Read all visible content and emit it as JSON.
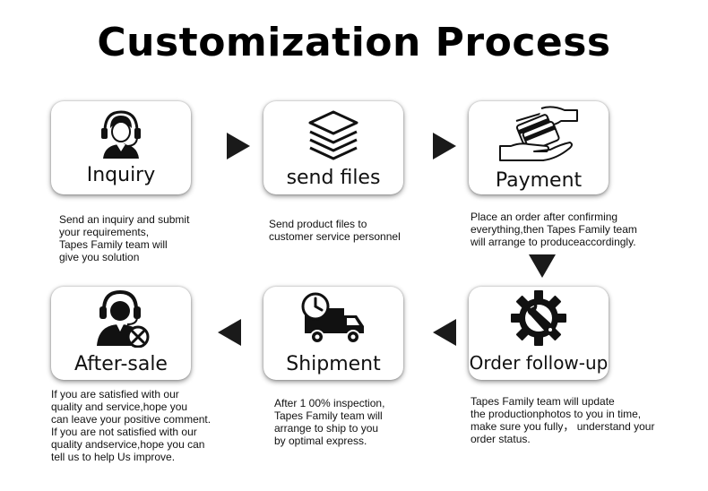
{
  "title": "Customization Process",
  "steps": [
    {
      "label": "Inquiry",
      "icon": "customer-service-icon",
      "description": "Send an inquiry and submit\nyour requirements,\nTapes Family team will\ngive you solution"
    },
    {
      "label": "send files",
      "icon": "file-stack-icon",
      "description": "Send product files to\ncustomer service personnel"
    },
    {
      "label": "Payment",
      "icon": "payment-hands-icon",
      "description": "Place an order after confirming\neverything,then Tapes Family team\nwill arrange to produceaccordingly."
    },
    {
      "label": "Order follow-up",
      "icon": "gear-wrench-icon",
      "description": "Tapes Family team will update\n the productionphotos to you in time,\nmake sure you fully， understand your\norder status."
    },
    {
      "label": "Shipment",
      "icon": "delivery-truck-icon",
      "description": "After 1 00% inspection,\nTapes Family team will\narrange to ship to you\nby optimal express."
    },
    {
      "label": "After-sale",
      "icon": "after-sale-support-icon",
      "description": "If you are satisfied with our\nquality and service,hope you\ncan leave your positive comment.\nIf you are not satisfied with our\nquality andservice,hope you can\ntell us to help Us improve."
    }
  ],
  "colors": {
    "arrow": "#1a1a1a",
    "icon": "#111111"
  }
}
